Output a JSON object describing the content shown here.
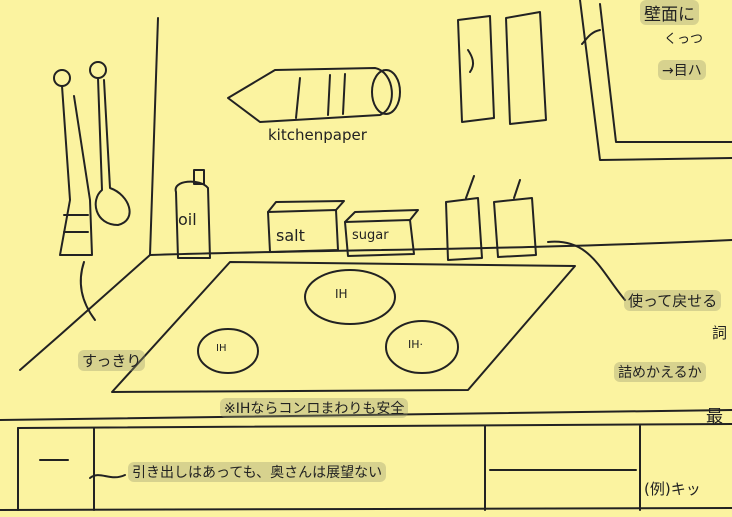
{
  "labels": {
    "kitchen_paper": "kitchenpaper",
    "oil": "oil",
    "salt": "salt",
    "sugar": "sugar",
    "ih_top": "IH",
    "ih_left": "IH",
    "ih_right": "IH·",
    "tool_note": "すっきり",
    "stove_note": "※IHならコンロまわりも安全",
    "drawer_note": "引き出しはあっても、奥さんは展望ない",
    "right_top_line1": "壁面に",
    "right_top_line2": "くっつ",
    "right_top_line3": "→目ハ",
    "right_mid_line1": "使って戻せる",
    "right_mid_line2": "詞",
    "right_mid_line3": "詰めかえるか",
    "right_mid_line4": "最",
    "bottom_right": "(例)キッ"
  },
  "colors": {
    "background": "#fbf3a0",
    "ink": "#222222",
    "shade": "#9a9a80"
  }
}
